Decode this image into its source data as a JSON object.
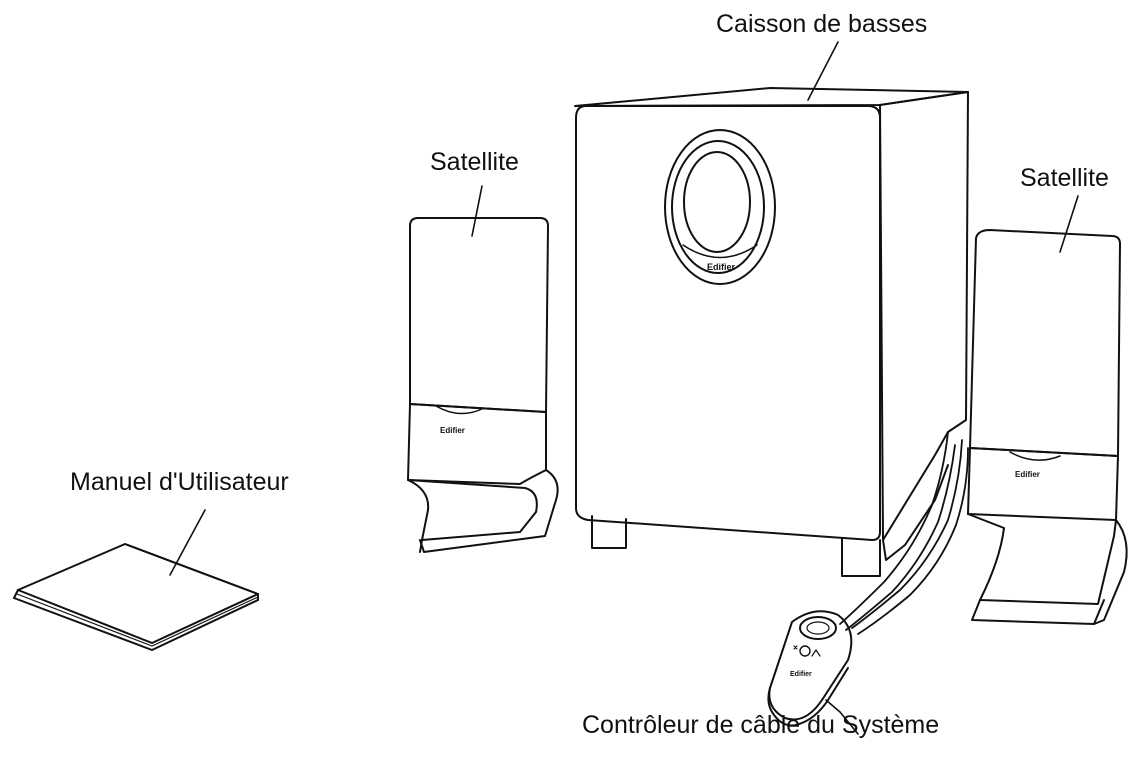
{
  "labels": {
    "subwoofer": "Caisson de basses",
    "satellite_left": "Satellite",
    "satellite_right": "Satellite",
    "manual": "Manuel d'Utilisateur",
    "controller": "Contrôleur de câble du Système"
  },
  "brand_text": "Edifier",
  "colors": {
    "line": "#111111",
    "background": "#ffffff"
  }
}
